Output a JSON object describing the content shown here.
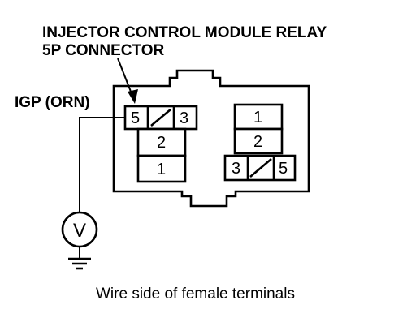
{
  "title": {
    "line1": "INJECTOR CONTROL MODULE RELAY",
    "line2": "5P CONNECTOR"
  },
  "wire_label": "IGP (ORN)",
  "meter_symbol": "V",
  "connector": {
    "left_block": {
      "top_row": [
        "5",
        "3"
      ],
      "rows": [
        "2",
        "1"
      ]
    },
    "right_block": {
      "rows": [
        "1",
        "2"
      ],
      "bottom_row": [
        "3",
        "5"
      ]
    }
  },
  "caption": "Wire side of female terminals"
}
